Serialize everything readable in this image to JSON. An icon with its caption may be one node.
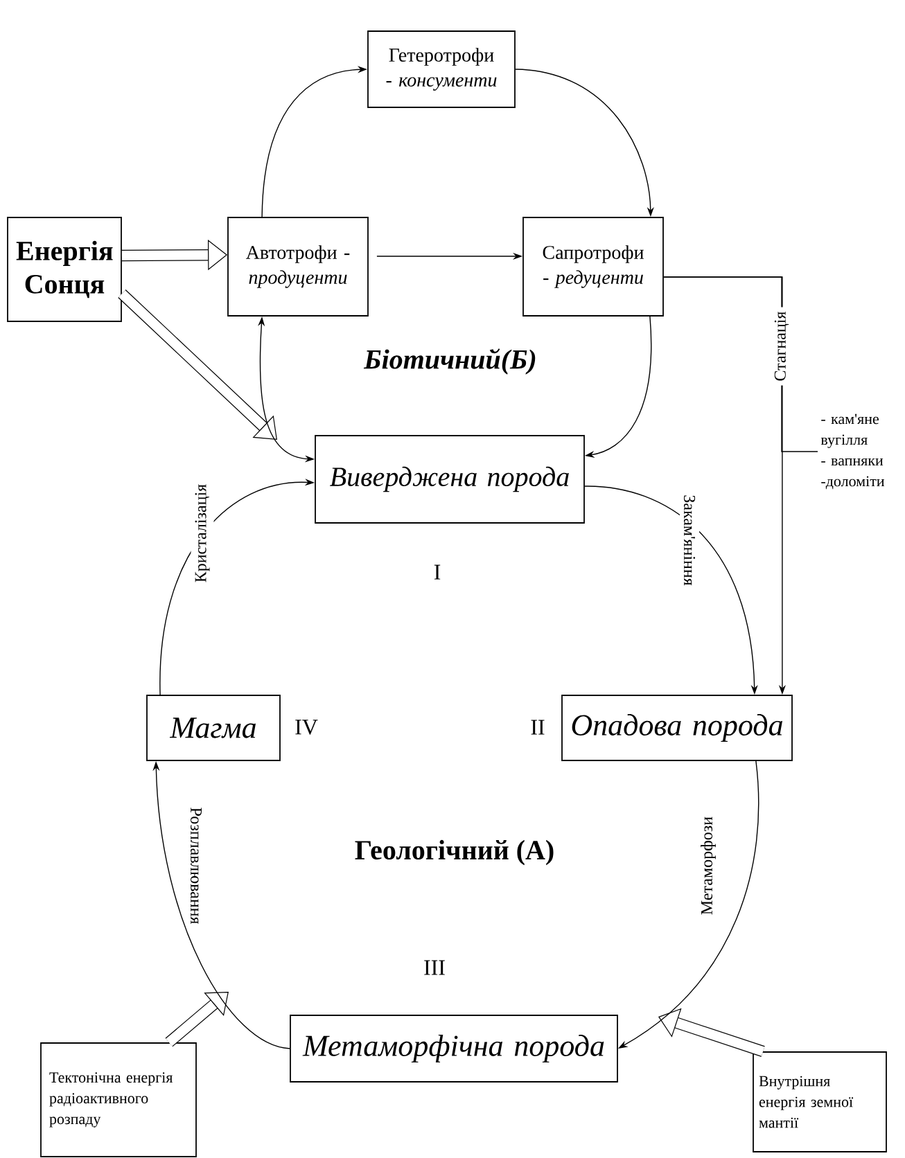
{
  "diagram": {
    "nodes": [
      {
        "text": [
          "Енергія Сонця"
        ]
      },
      {
        "text": [
          "Гетеротрофи - *консументи*"
        ]
      },
      {
        "text": [
          "Автотрофи - *продуценти*"
        ]
      },
      {
        "text": [
          "Сапротрофи - *редуценти*"
        ]
      },
      {
        "text": [
          "Виверджена порода"
        ]
      },
      {
        "text": [
          "Магма"
        ]
      },
      {
        "text": [
          "Опадова порода"
        ]
      },
      {
        "text": [
          "Метаморфічна порода"
        ]
      },
      {
        "text": [
          "Тектонічна енергія радіоактивного розпаду"
        ]
      },
      {
        "text": [
          "Внутрішня енергія земної мантії"
        ]
      },
      {
        "text": [
          "- кам'яне вугілля",
          "- вапняки",
          "-доломіти"
        ]
      }
    ],
    "edges": [
      {
        "from": 2,
        "to": 1,
        "arrow": "to"
      },
      {
        "from": 1,
        "to": 3,
        "arrow": "to"
      },
      {
        "from": 2,
        "to": 3,
        "arrow": "to"
      },
      {
        "from": 3,
        "to": 4,
        "arrow": "to"
      },
      {
        "from": 2,
        "to": 4,
        "arrow": "both"
      },
      {
        "from": 0,
        "to": 2,
        "arrow": "to",
        "style": "thick"
      },
      {
        "from": 0,
        "to": null,
        "arrow": "to",
        "style": "thick"
      },
      {
        "from": 3,
        "to": 6,
        "arrow": "to",
        "label": "Стагнація"
      },
      {
        "from": 3,
        "to": 10,
        "arrow": "none"
      },
      {
        "from": 4,
        "to": 6,
        "arrow": "to",
        "label": "Закам'яніння"
      },
      {
        "from": 6,
        "to": 7,
        "arrow": "to",
        "label": "Метаморфози"
      },
      {
        "from": 7,
        "to": 5,
        "arrow": "to",
        "label": "Розплавлювання"
      },
      {
        "from": 5,
        "to": 4,
        "arrow": "to",
        "label": "Кристалізація"
      },
      {
        "from": 8,
        "to": null,
        "arrow": "to",
        "style": "thick"
      },
      {
        "from": 9,
        "to": null,
        "arrow": "to",
        "style": "thick"
      }
    ],
    "labels": [
      "Біотичний(Б)",
      "I",
      "IV",
      "II",
      "Геологічний (А)",
      "III"
    ]
  }
}
